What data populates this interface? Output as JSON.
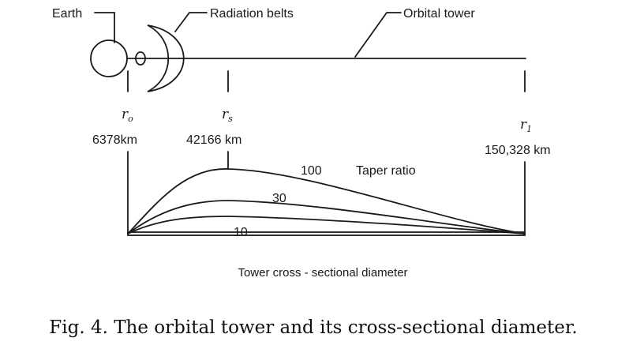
{
  "labels": {
    "earth": "Earth",
    "radiation_belts": "Radiation belts",
    "orbital_tower": "Orbital tower"
  },
  "radii": {
    "r0": {
      "symbol": "r",
      "sub": "o",
      "value": "6378km"
    },
    "rs": {
      "symbol": "r",
      "sub": "s",
      "value": "42166 km"
    },
    "r1": {
      "symbol": "r",
      "sub": "1",
      "value": "150,328 km"
    }
  },
  "taper": {
    "title": "Taper ratio",
    "curves": [
      "100",
      "30",
      "10"
    ]
  },
  "xlabel": "Tower cross - sectional diameter",
  "caption": "Fig. 4. The orbital tower and its cross-sectional diameter."
}
